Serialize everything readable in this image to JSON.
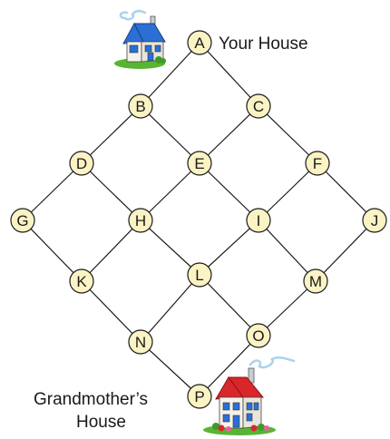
{
  "nodes": [
    {
      "id": "A",
      "label": "A"
    },
    {
      "id": "B",
      "label": "B"
    },
    {
      "id": "C",
      "label": "C"
    },
    {
      "id": "D",
      "label": "D"
    },
    {
      "id": "E",
      "label": "E"
    },
    {
      "id": "F",
      "label": "F"
    },
    {
      "id": "G",
      "label": "G"
    },
    {
      "id": "H",
      "label": "H"
    },
    {
      "id": "I",
      "label": "I"
    },
    {
      "id": "J",
      "label": "J"
    },
    {
      "id": "K",
      "label": "K"
    },
    {
      "id": "L",
      "label": "L"
    },
    {
      "id": "M",
      "label": "M"
    },
    {
      "id": "N",
      "label": "N"
    },
    {
      "id": "O",
      "label": "O"
    },
    {
      "id": "P",
      "label": "P"
    }
  ],
  "edges": [
    [
      "A",
      "B"
    ],
    [
      "A",
      "C"
    ],
    [
      "B",
      "D"
    ],
    [
      "B",
      "E"
    ],
    [
      "C",
      "E"
    ],
    [
      "C",
      "F"
    ],
    [
      "D",
      "G"
    ],
    [
      "D",
      "H"
    ],
    [
      "E",
      "H"
    ],
    [
      "E",
      "I"
    ],
    [
      "F",
      "I"
    ],
    [
      "F",
      "J"
    ],
    [
      "G",
      "K"
    ],
    [
      "H",
      "K"
    ],
    [
      "H",
      "L"
    ],
    [
      "I",
      "L"
    ],
    [
      "I",
      "M"
    ],
    [
      "J",
      "M"
    ],
    [
      "K",
      "N"
    ],
    [
      "L",
      "N"
    ],
    [
      "L",
      "O"
    ],
    [
      "M",
      "O"
    ],
    [
      "N",
      "P"
    ],
    [
      "O",
      "P"
    ]
  ],
  "captions": {
    "your_house": "Your House",
    "grandmother_line1": "Grandmother’s",
    "grandmother_line2": "House"
  },
  "colors": {
    "node_fill": "#fbf3c4",
    "line": "#1a1a1a",
    "small_house_roof": "#2b6fd6",
    "big_house_roof": "#d9262b",
    "grass": "#58b534",
    "smoke": "#a9d3f0"
  },
  "icons": {
    "start": "house-icon",
    "destination": "house-icon"
  }
}
